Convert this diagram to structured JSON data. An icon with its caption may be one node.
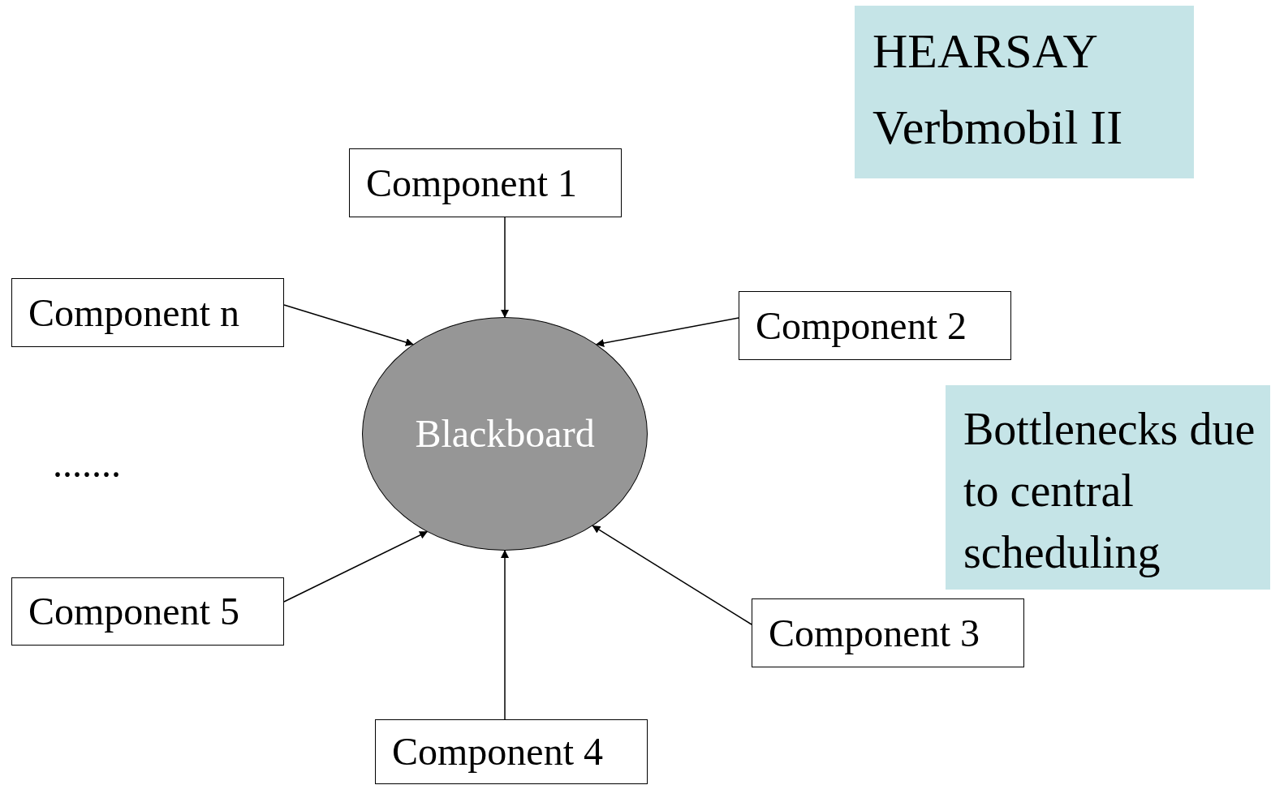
{
  "diagram": {
    "nodes": [
      {
        "text": [
          "Component 1"
        ]
      },
      {
        "text": [
          "Component n"
        ]
      },
      {
        "text": [
          "Component 2"
        ]
      },
      {
        "text": [
          "Blackboard"
        ]
      },
      {
        "text": [
          "Component 5"
        ]
      },
      {
        "text": [
          "Component 3"
        ]
      },
      {
        "text": [
          "Component 4"
        ]
      },
      {
        "text": [
          "HEARSAY",
          "Verbmobil II"
        ]
      },
      {
        "text": [
          "Bottlenecks due to central scheduling"
        ]
      }
    ],
    "edges": [
      {
        "from": 0,
        "to": 3,
        "arrow": "to"
      },
      {
        "from": 1,
        "to": 3,
        "arrow": "to"
      },
      {
        "from": 2,
        "to": 3,
        "arrow": "to"
      },
      {
        "from": 4,
        "to": 3,
        "arrow": "to"
      },
      {
        "from": 5,
        "to": 3,
        "arrow": "to"
      },
      {
        "from": 6,
        "to": 3,
        "arrow": "to"
      }
    ],
    "labels": [
      "......."
    ]
  }
}
